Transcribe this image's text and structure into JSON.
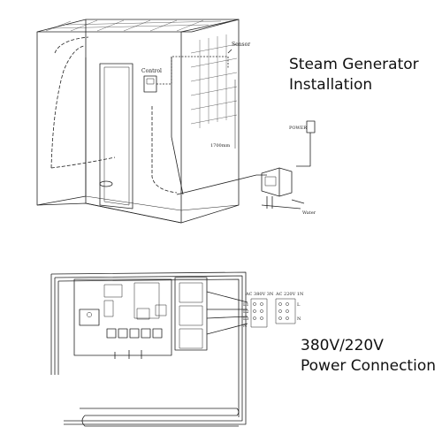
{
  "top_section": {
    "title_line1": "Steam Generator",
    "title_line2": "Installation",
    "labels": {
      "sensor": "Sensor",
      "control": "Control",
      "height": "1700mm",
      "power_switch": "POWER",
      "water": "Water"
    }
  },
  "bottom_section": {
    "title_line1": "380V/220V",
    "title_line2": "Power Connection",
    "labels": {
      "ac380": "AC 380V 3N",
      "ac220": "AC 220V 1N",
      "l1": "L1",
      "l2": "L2",
      "l3": "L3",
      "n": "N",
      "l": "L"
    }
  },
  "colors": {
    "line": "#222222",
    "background": "#ffffff"
  }
}
